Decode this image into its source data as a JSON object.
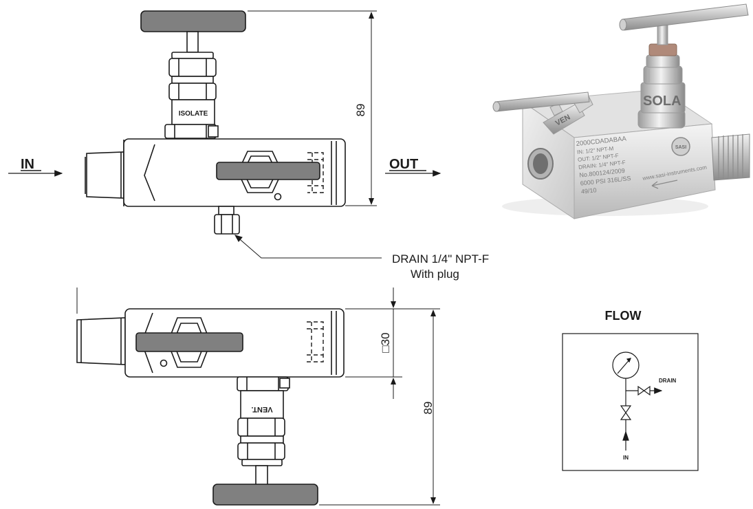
{
  "labels": {
    "in": "IN",
    "out": "OUT",
    "isolate": "ISOLATE",
    "vent": "VENT.",
    "dim_height_top": "89",
    "dim_height_bottom": "89",
    "dim_square": "□30",
    "drain_callout": "DRAIN 1/4\" NPT-F",
    "drain_callout_sub": "With plug",
    "flow_title": "FLOW",
    "flow_drain": "DRAIN",
    "flow_in": "IN"
  },
  "photo": {
    "stamp_lines": [
      "2000CDADABAA",
      "IN: 1/2\" NPT-M",
      "OUT: 1/2\" NPT-F",
      "DRAIN: 1/4\" NPT-F",
      "No.800124/2009",
      "6000 PSI 316L/SS",
      "49/10"
    ],
    "website": "www.sasi-instruments.com",
    "isolate_text": "SOLA",
    "vent_text": "VEN",
    "logo_text": "SASI"
  },
  "colors": {
    "line": "#1a1a1a",
    "handle_fill": "#808080",
    "steel_light": "#e6e6e6",
    "steel_mid": "#c2c2c2",
    "steel_dark": "#8a8a8a"
  }
}
